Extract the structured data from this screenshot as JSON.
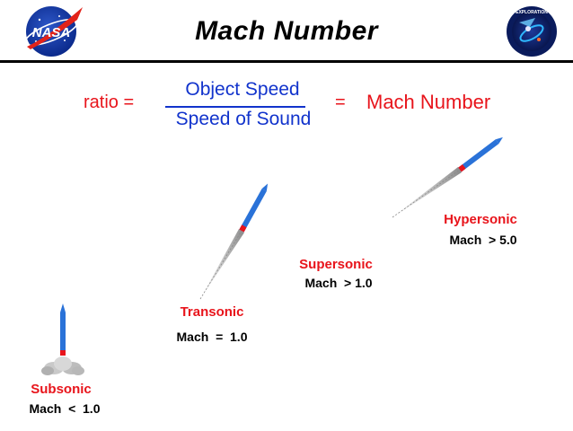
{
  "title": "Mach Number",
  "logos": {
    "left": {
      "text": "NASA",
      "icon": "nasa-meatball-logo"
    },
    "right": {
      "text": "EXPLORATION",
      "icon": "nasa-exploration-logo"
    }
  },
  "formula": {
    "ratio_label": "ratio =",
    "numerator": "Object Speed",
    "denominator": "Speed of Sound",
    "equals": "=",
    "result": "Mach Number"
  },
  "regimes": [
    {
      "name": "Subsonic",
      "condition": "Mach  <  1.0"
    },
    {
      "name": "Transonic",
      "condition": "Mach  =  1.0"
    },
    {
      "name": "Supersonic",
      "condition": "Mach  > 1.0"
    },
    {
      "name": "Hypersonic",
      "condition": "Mach  > 5.0"
    }
  ],
  "colors": {
    "red": "#e8141b",
    "blue": "#1133cc",
    "rocket_blue": "#2a72d8"
  }
}
